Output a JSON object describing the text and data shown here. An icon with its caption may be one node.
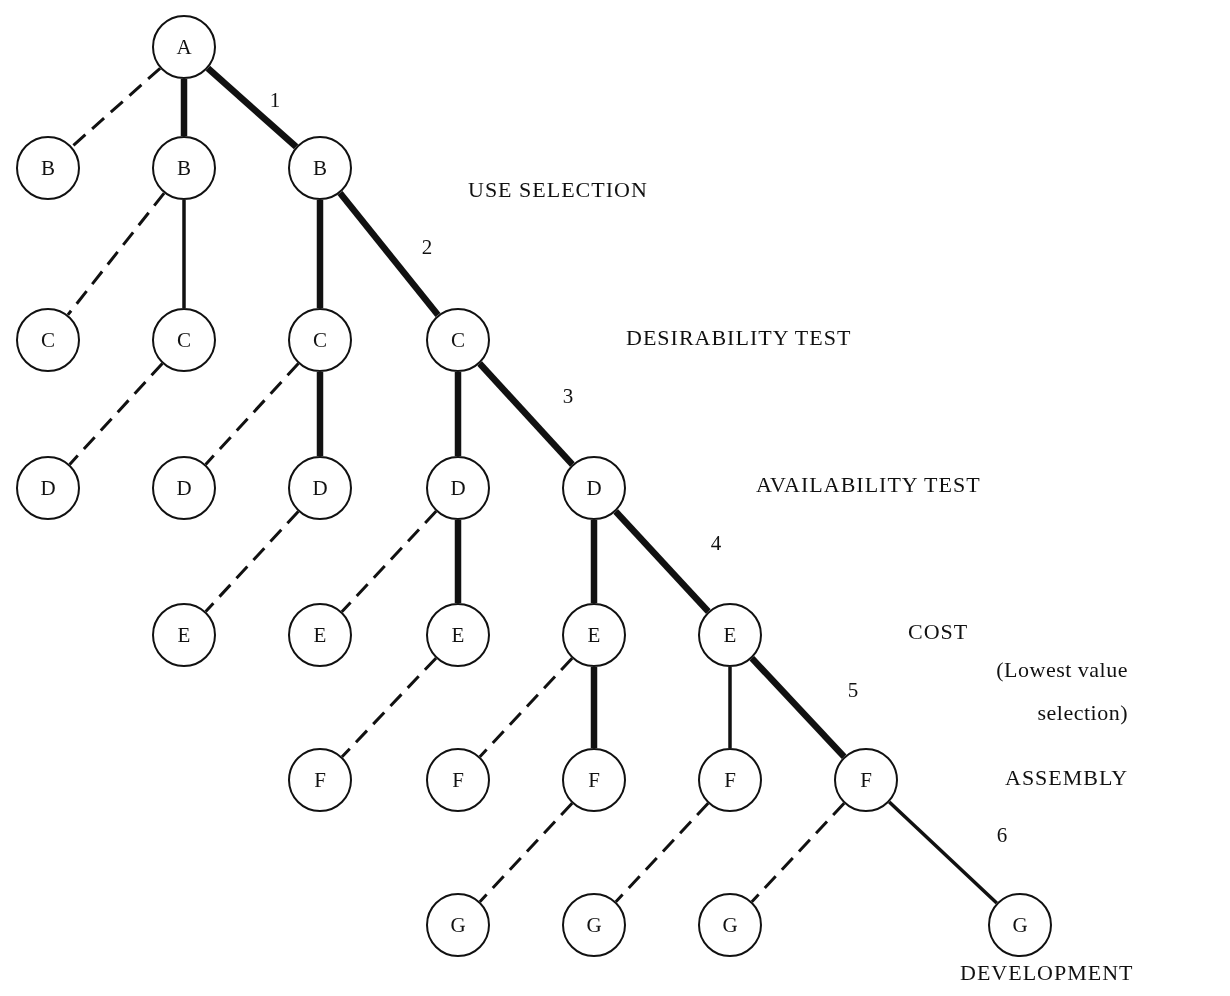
{
  "diagram": {
    "nodes": [
      {
        "text": [
          "A"
        ]
      },
      {
        "text": [
          "B"
        ]
      },
      {
        "text": [
          "B"
        ]
      },
      {
        "text": [
          "B"
        ]
      },
      {
        "text": [
          "C"
        ]
      },
      {
        "text": [
          "C"
        ]
      },
      {
        "text": [
          "C"
        ]
      },
      {
        "text": [
          "C"
        ]
      },
      {
        "text": [
          "D"
        ]
      },
      {
        "text": [
          "D"
        ]
      },
      {
        "text": [
          "D"
        ]
      },
      {
        "text": [
          "D"
        ]
      },
      {
        "text": [
          "D"
        ]
      },
      {
        "text": [
          "E"
        ]
      },
      {
        "text": [
          "E"
        ]
      },
      {
        "text": [
          "E"
        ]
      },
      {
        "text": [
          "E"
        ]
      },
      {
        "text": [
          "E"
        ]
      },
      {
        "text": [
          "F"
        ]
      },
      {
        "text": [
          "F"
        ]
      },
      {
        "text": [
          "F"
        ]
      },
      {
        "text": [
          "F"
        ]
      },
      {
        "text": [
          "F"
        ]
      },
      {
        "text": [
          "G"
        ]
      },
      {
        "text": [
          "G"
        ]
      },
      {
        "text": [
          "G"
        ]
      },
      {
        "text": [
          "G"
        ]
      }
    ],
    "edges": [
      {
        "from": 0,
        "to": 1,
        "arrow": "none",
        "style": "dashed"
      },
      {
        "from": 0,
        "to": 2,
        "arrow": "none",
        "style": "thick"
      },
      {
        "from": 0,
        "to": 3,
        "arrow": "none",
        "style": "thick",
        "label": "1"
      },
      {
        "from": 2,
        "to": 4,
        "arrow": "none",
        "style": "dashed"
      },
      {
        "from": 2,
        "to": 5,
        "arrow": "none"
      },
      {
        "from": 3,
        "to": 6,
        "arrow": "none",
        "style": "thick"
      },
      {
        "from": 3,
        "to": 7,
        "arrow": "none",
        "style": "thick",
        "label": "2"
      },
      {
        "from": 5,
        "to": 8,
        "arrow": "none",
        "style": "dashed"
      },
      {
        "from": 6,
        "to": 9,
        "arrow": "none",
        "style": "dashed"
      },
      {
        "from": 6,
        "to": 10,
        "arrow": "none",
        "style": "thick"
      },
      {
        "from": 7,
        "to": 11,
        "arrow": "none",
        "style": "thick"
      },
      {
        "from": 7,
        "to": 12,
        "arrow": "none",
        "style": "thick",
        "label": "3"
      },
      {
        "from": 10,
        "to": 13,
        "arrow": "none",
        "style": "dashed"
      },
      {
        "from": 11,
        "to": 14,
        "arrow": "none",
        "style": "dashed"
      },
      {
        "from": 11,
        "to": 15,
        "arrow": "none",
        "style": "thick"
      },
      {
        "from": 12,
        "to": 16,
        "arrow": "none",
        "style": "thick"
      },
      {
        "from": 12,
        "to": 17,
        "arrow": "none",
        "style": "thick",
        "label": "4"
      },
      {
        "from": 15,
        "to": 18,
        "arrow": "none",
        "style": "dashed"
      },
      {
        "from": 16,
        "to": 19,
        "arrow": "none",
        "style": "dashed"
      },
      {
        "from": 16,
        "to": 20,
        "arrow": "none",
        "style": "thick"
      },
      {
        "from": 17,
        "to": 21,
        "arrow": "none"
      },
      {
        "from": 17,
        "to": 22,
        "arrow": "none",
        "style": "thick",
        "label": "5"
      },
      {
        "from": 20,
        "to": 23,
        "arrow": "none",
        "style": "dashed"
      },
      {
        "from": 21,
        "to": 24,
        "arrow": "none",
        "style": "dashed"
      },
      {
        "from": 22,
        "to": 25,
        "arrow": "none",
        "style": "dashed"
      },
      {
        "from": 22,
        "to": 26,
        "arrow": "none",
        "label": "6"
      }
    ],
    "labels": [
      "USE SELECTION",
      "DESIRABILITY TEST",
      "AVAILABILITY TEST",
      "COST",
      "(Lowest value selection)",
      "ASSEMBLY",
      "DEVELOPMENT"
    ]
  }
}
